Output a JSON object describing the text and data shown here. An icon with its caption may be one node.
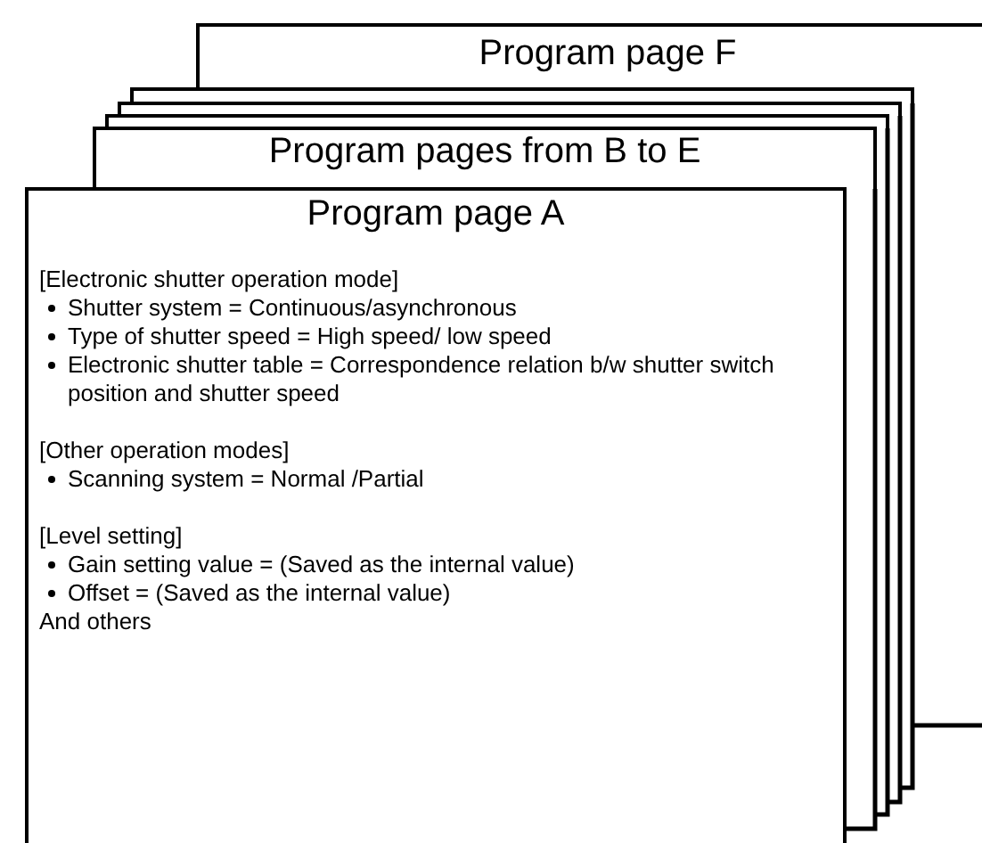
{
  "diagram": {
    "nodes": [
      {
        "text": [
          "Program page F"
        ]
      },
      {
        "text": [],
        "shape": "box"
      },
      {
        "text": [],
        "shape": "box"
      },
      {
        "text": [],
        "shape": "box"
      },
      {
        "text": [
          "Program pages from B to E"
        ]
      },
      {
        "text": [
          "Program page A",
          "[Electronic shutter operation mode]",
          "Shutter system = Continuous/asynchronous",
          "Type of shutter speed = High speed/ low speed",
          "Electronic shutter table = Correspondence relation b/w shutter switch position and shutter speed",
          "[Other operation modes]",
          "Scanning system = Normal /Partial",
          "[Level setting]",
          "Gain setting value = (Saved as the internal value)",
          "Offset = (Saved as the internal value)",
          "And others"
        ]
      }
    ],
    "edges": []
  }
}
